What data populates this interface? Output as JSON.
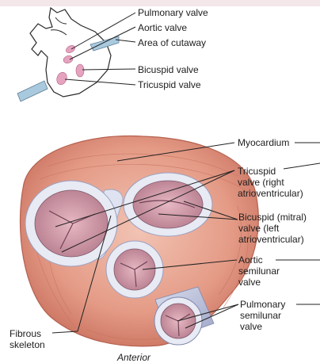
{
  "inset_labels": {
    "pulmonary_valve": "Pulmonary valve",
    "aortic_valve": "Aortic valve",
    "area_of_cutaway": "Area of cutaway",
    "bicuspid_valve": "Bicuspid valve",
    "tricuspid_valve": "Tricuspid valve"
  },
  "labels": {
    "myocardium": "Myocardium",
    "tricuspid": [
      "Tricuspid",
      "valve (right",
      "atrioventricular)"
    ],
    "bicuspid": [
      "Bicuspid (mitral)",
      "valve (left",
      "atrioventricular)"
    ],
    "aortic": [
      "Aortic",
      "semilunar",
      "valve"
    ],
    "pulmonary": [
      "Pulmonary",
      "semilunar",
      "valve"
    ],
    "fibrous_skeleton": [
      "Fibrous",
      "skeleton"
    ],
    "anterior": "Anterior"
  },
  "colors": {
    "myocardium": "#e6a190",
    "valve_ring": "#e8eaf4",
    "valve_interior": "#c98f9e",
    "cutaway_plane": "#a9c9de",
    "leader_lines": "#222222"
  }
}
